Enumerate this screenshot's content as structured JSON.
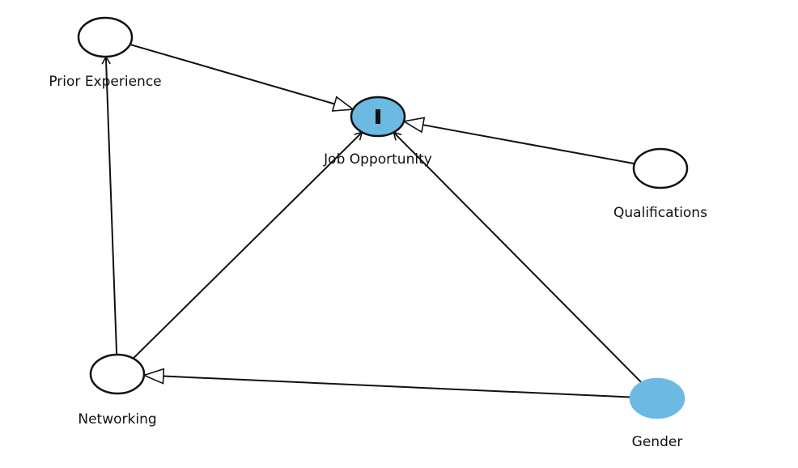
{
  "diagram": {
    "nodes": [
      {
        "id": "prior",
        "label": "Prior Experience",
        "kind": "plain"
      },
      {
        "id": "job",
        "label": "Job Opportunity",
        "kind": "outcome",
        "mark": "I"
      },
      {
        "id": "qual",
        "label": "Qualifications",
        "kind": "plain"
      },
      {
        "id": "net",
        "label": "Networking",
        "kind": "plain"
      },
      {
        "id": "gender",
        "label": "Gender",
        "kind": "adjusted"
      }
    ],
    "edges": [
      {
        "from": "prior",
        "to": "job",
        "style": "open-triangle"
      },
      {
        "from": "qual",
        "to": "job",
        "style": "open-triangle"
      },
      {
        "from": "net",
        "to": "job",
        "style": "small-arrow"
      },
      {
        "from": "gender",
        "to": "job",
        "style": "small-arrow"
      },
      {
        "from": "gender",
        "to": "net",
        "style": "open-triangle"
      },
      {
        "from": "net",
        "to": "prior",
        "style": "small-arrow"
      }
    ]
  }
}
